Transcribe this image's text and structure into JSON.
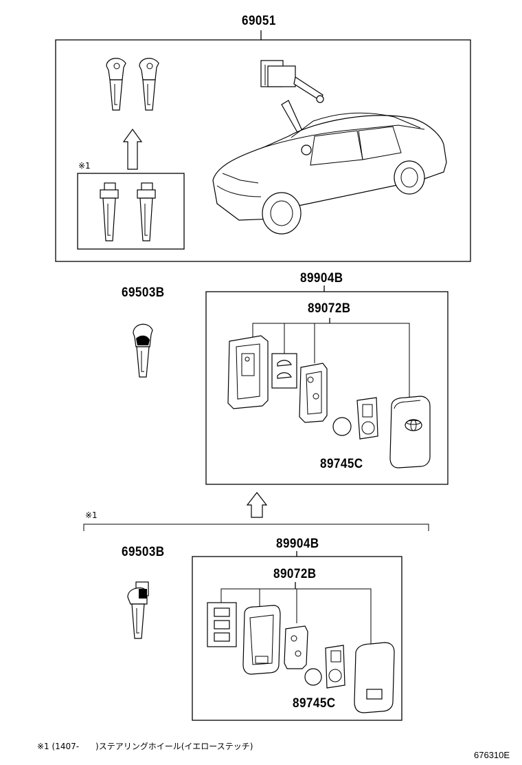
{
  "labels": {
    "top_assembly": "69051",
    "key_blank_upper": "69503B",
    "case_upper": "89904B",
    "transmitter_upper": "89072B",
    "battery_upper": "89745C",
    "key_blank_lower": "69503B",
    "case_lower": "89904B",
    "transmitter_lower": "89072B",
    "battery_lower": "89745C"
  },
  "notes": {
    "mark_top": "※1",
    "mark_mid": "※1",
    "footnote": "※1 (1407-　　)ステアリングホイール(イエローステッチ)",
    "figure_code": "676310E"
  }
}
